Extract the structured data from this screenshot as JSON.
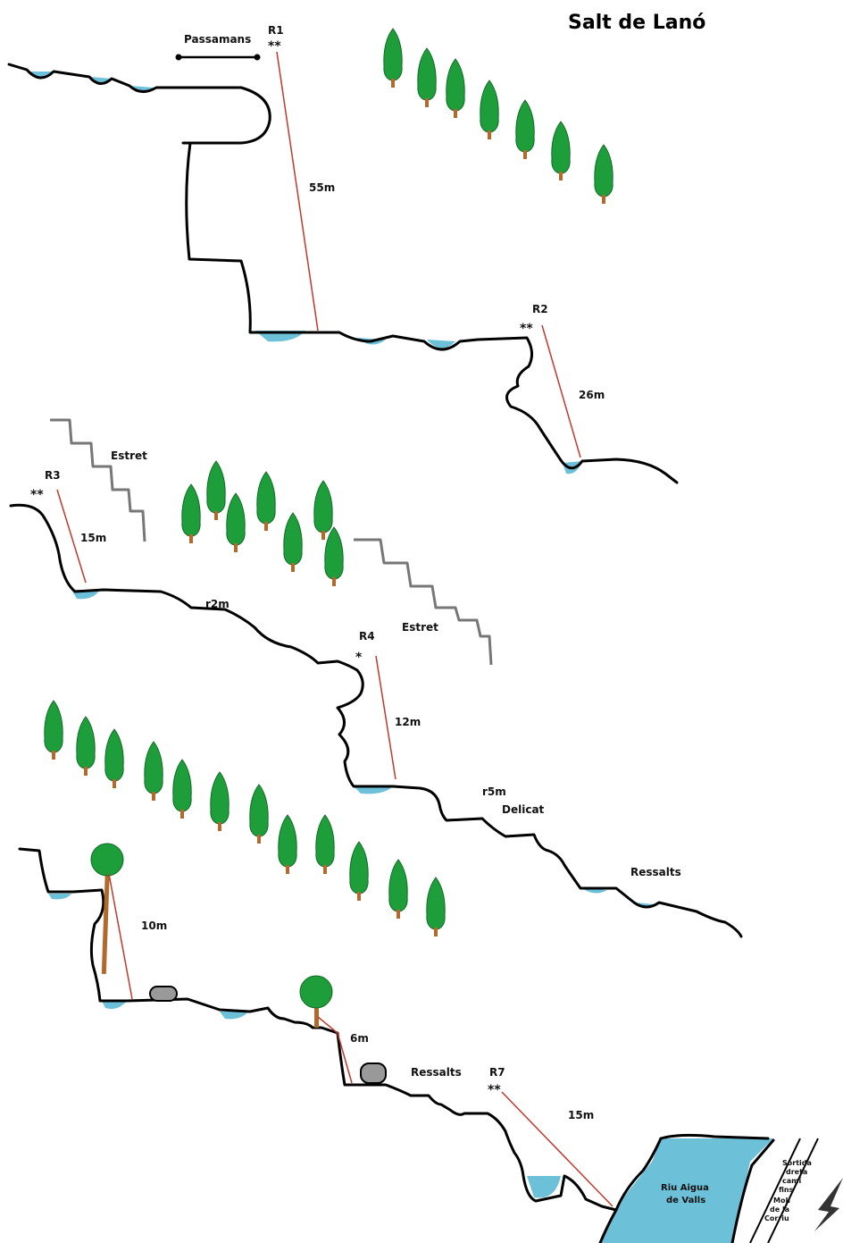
{
  "title": "Salt de Lanó",
  "colors": {
    "water": "#6cc0d8",
    "rope": "#c0392b",
    "tree": "#1e9e3a",
    "trunk": "#b06a2b",
    "rock": "#000000",
    "narrow": "#777777",
    "boulder": "#999999"
  },
  "labels": {
    "passamans": "Passamans",
    "r1": "R1",
    "r1_stars": "**",
    "r1_len": "55m",
    "r2": "R2",
    "r2_stars": "**",
    "r2_len": "26m",
    "estret1": "Estret",
    "r3": "R3",
    "r3_stars": "**",
    "r3_len": "15m",
    "r2m": "r2m",
    "estret2": "Estret",
    "r4": "R4",
    "r4_stars": "*",
    "r4_len": "12m",
    "r5m": "r5m",
    "delicat": "Delicat",
    "ressalts1": "Ressalts",
    "len10": "10m",
    "len6": "6m",
    "ressalts2": "Ressalts",
    "r7": "R7",
    "r7_stars": "**",
    "r7_len": "15m",
    "river": [
      "Riu Aigua",
      "de Valls"
    ],
    "exit": [
      "Sortida",
      "dreta",
      "camí",
      "fins",
      "Molí",
      "de la",
      "Corriu"
    ]
  }
}
